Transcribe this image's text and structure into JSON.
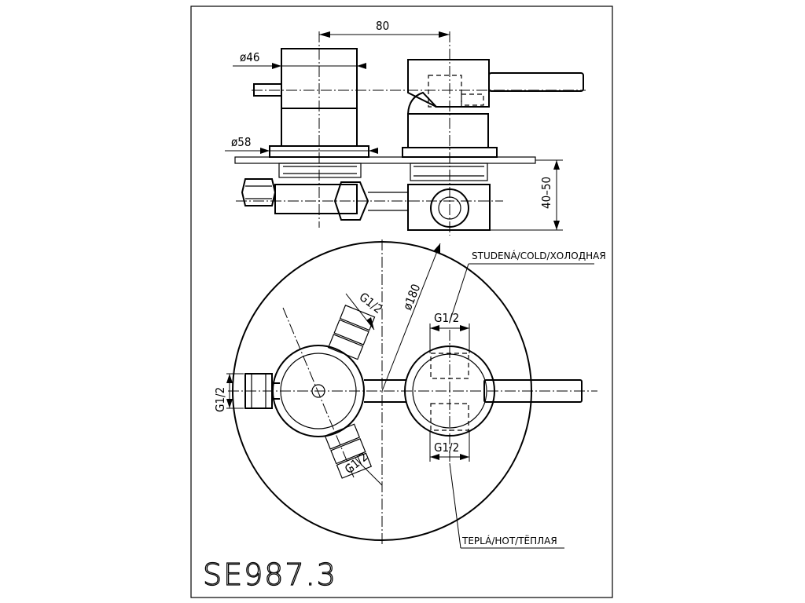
{
  "dimensions": {
    "width_between_axes": "80",
    "diameter_handle": "ø46",
    "diameter_rosette_top": "ø58",
    "depth_range": "40–50",
    "rosette_diameter": "ø180",
    "thread_left_upper": "G1/2",
    "thread_left": "G1/2",
    "thread_left_lower": "G1/2",
    "thread_right_upper": "G1/2",
    "thread_right_lower": "G1/2"
  },
  "callouts": {
    "cold": "STUDENÁ/COLD/ХОЛОДНАЯ",
    "hot": "TEPLÁ/HOT/TЁПЛАЯ"
  },
  "model_number": "SE987.3"
}
